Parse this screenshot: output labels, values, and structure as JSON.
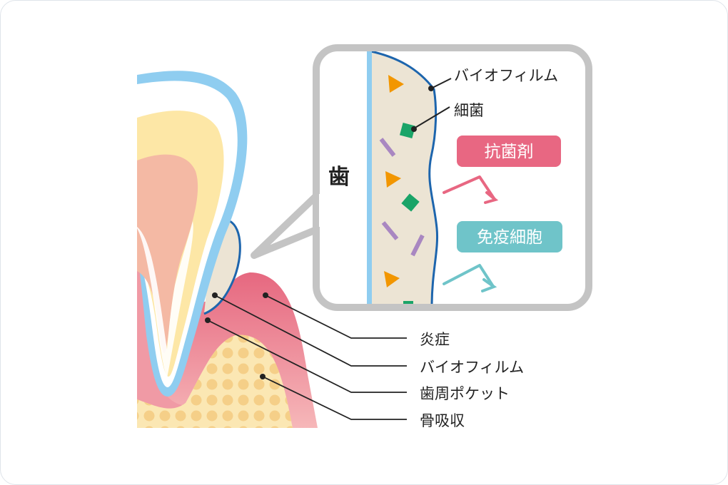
{
  "tooth_label": "歯",
  "zoom_labels": {
    "biofilm": "バイオフィルム",
    "bacteria": "細菌"
  },
  "pills": {
    "antibacterial": "抗菌剤",
    "immune_cells": "免疫細胞"
  },
  "callouts": [
    "炎症",
    "バイオフィルム",
    "歯周ポケット",
    "骨吸収"
  ],
  "colors": {
    "enamel_border": "#8fcdf0",
    "dentin": "#fde7a6",
    "pulp": "#f4b9a4",
    "gum": "#e66a82",
    "bone": "#f8e1a5",
    "biofilm": "#ece4d4",
    "biofilm_line": "#1d65ad",
    "bubble": "#c4c4c4",
    "antibacterial": "#e86782",
    "immune": "#6fc4c9",
    "bacteria_orange": "#f29600",
    "bacteria_green": "#1aa468",
    "bacteria_purple": "#a987c1"
  }
}
